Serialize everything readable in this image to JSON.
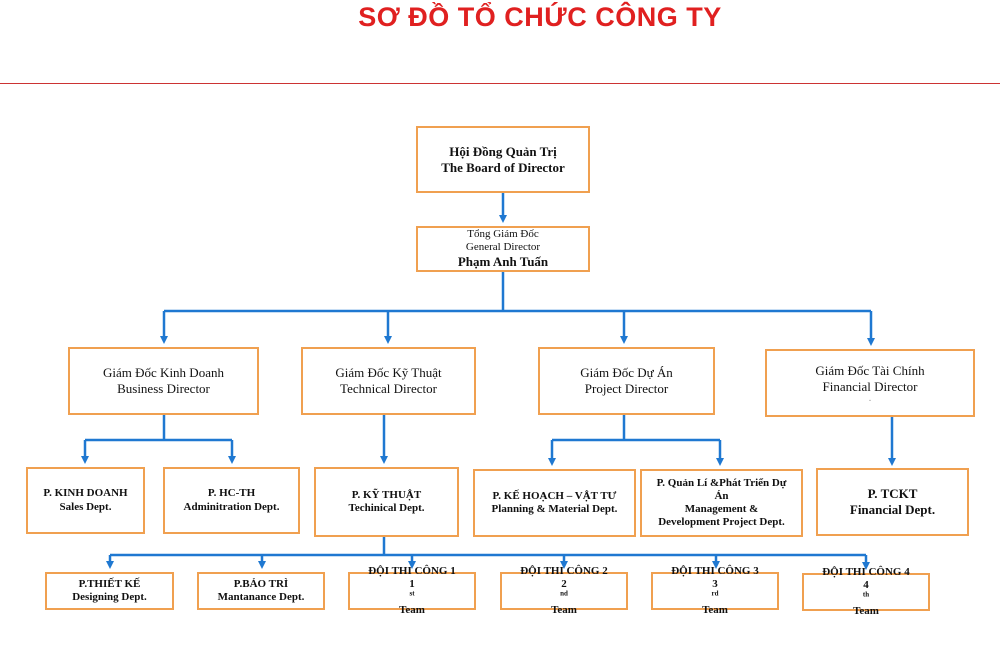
{
  "title": "SƠ ĐỒ TỔ CHỨC CÔNG TY",
  "board": {
    "vi": "Hội Đồng Quản Trị",
    "en": "The Board of Director"
  },
  "general_director": {
    "vi": "Tổng Giám Đốc",
    "en": "General Director",
    "name": "Phạm Anh Tuấn"
  },
  "directors": [
    {
      "vi": "Giám Đốc Kinh Doanh",
      "en": "Business Director"
    },
    {
      "vi": "Giám Đốc Kỹ Thuật",
      "en": "Technical Director"
    },
    {
      "vi": "Giám Đốc Dự Án",
      "en": "Project Director"
    },
    {
      "vi": "Giám Đốc Tài Chính",
      "en": "Financial Director",
      "note": "."
    }
  ],
  "departments": [
    {
      "vi": "P. KINH DOANH",
      "en": "Sales Dept."
    },
    {
      "vi": "P. HC-TH",
      "en": "Adminitration Dept."
    },
    {
      "vi": "P. KỸ THUẬT",
      "en": "Techinical Dept."
    },
    {
      "vi": "P. KẾ HOẠCH – VẬT TƯ",
      "en": "Planning & Material Dept."
    },
    {
      "vi": "P. Quản Lí &Phát Triển Dự Án",
      "en": "Management & Development Project Dept."
    },
    {
      "vi": "P. TCKT",
      "en": "Financial Dept."
    }
  ],
  "teams": [
    {
      "vi": "P.THIẾT KẾ",
      "en": "Designing Dept."
    },
    {
      "vi": "P.BẢO TRÌ",
      "en": "Mantanance Dept."
    },
    {
      "vi": "ĐỘI THI CÔNG 1",
      "num": "1",
      "sup": "st",
      "word": "Team"
    },
    {
      "vi": "ĐỘI THI CÔNG 2",
      "num": "2",
      "sup": "nd",
      "word": "Team"
    },
    {
      "vi": "ĐỘI THI CÔNG 3",
      "num": "3",
      "sup": "rd",
      "word": "Team"
    },
    {
      "vi": "ĐỘI THI CÔNG 4",
      "num": "4",
      "sup": "th",
      "word": "Team"
    }
  ],
  "colors": {
    "title": "#e02020",
    "box_border": "#f0a050",
    "connector": "#1f78d1",
    "rule": "#c33333"
  }
}
